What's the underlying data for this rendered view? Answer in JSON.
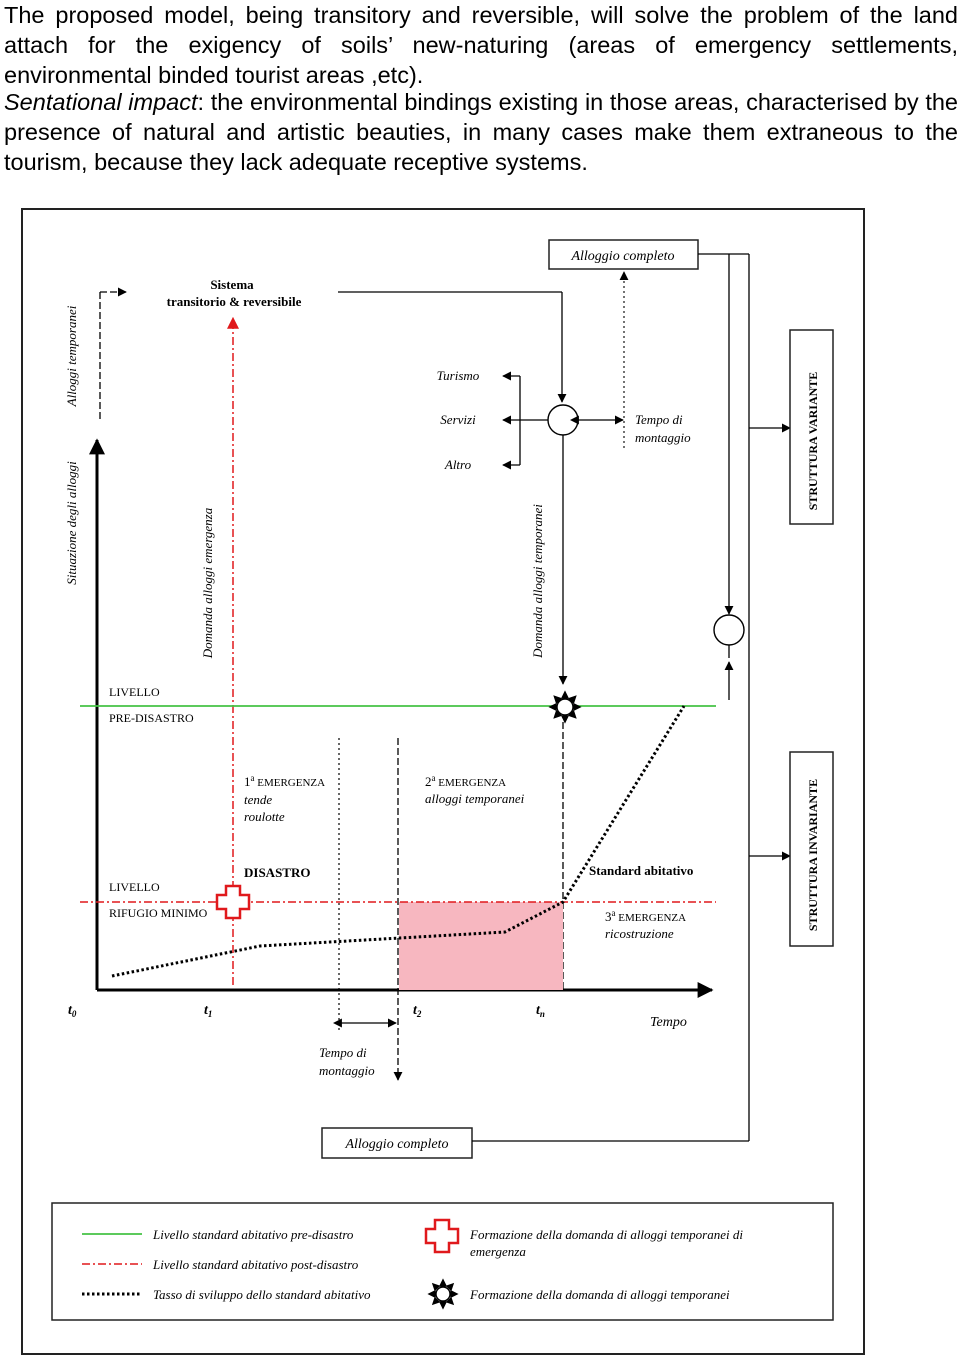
{
  "text": {
    "para1": "The proposed model, being transitory and reversible, will solve the problem of the land attach for the exigency of soils’ new-naturing (areas of emergency settlements, environmental binded tourist areas ,etc).",
    "para2_term": "Sentational impact",
    "para2_rest": ": the environmental bindings existing in those areas, characterised by the presence of natural and artistic beauties, in many cases make them extraneous to the tourism, because they lack adequate receptive systems."
  },
  "diagram": {
    "alloggio_completo_top": "Alloggio completo",
    "sistema_line1": "Sistema",
    "sistema_line2": "transitorio & reversibile",
    "turismo": "Turismo",
    "servizi": "Servizi",
    "altro": "Altro",
    "tempo_di_1": "Tempo di",
    "montaggio_1": "montaggio",
    "struttura_variante": "STRUTTURA VARIANTE",
    "struttura_invariante": "STRUTTURA INVARIANTE",
    "alloggi_temporanei": "Alloggi temporanei",
    "situazione_alloggi": "Situazione degli alloggi",
    "domanda_emergenza": "Domanda alloggi emergenza",
    "domanda_temporanei": "Domanda alloggi temporanei",
    "livello_1": "LIVELLO",
    "pre_disastro": "PRE-DISASTRO",
    "livello_2": "LIVELLO",
    "rifugio_minimo": "RIFUGIO MINIMO",
    "emerg1_num": "1",
    "emerg1_sup": "a",
    "emerg1_word": " EMERGENZA",
    "tende": "tende",
    "roulotte": "roulotte",
    "emerg2_num": "2",
    "emerg2_sup": "a",
    "emerg2_word": " EMERGENZA",
    "alloggi_temp_label": "alloggi temporanei",
    "disastro": "DISASTRO",
    "standard_abitativo": "Standard abitativo",
    "emerg3_num": "3",
    "emerg3_sup": "a",
    "emerg3_word": " EMERGENZA",
    "ricostruzione": "ricostruzione",
    "t0": "t",
    "t0_sub": "0",
    "t1": "t",
    "t1_sub": "1",
    "t2": "t",
    "t2_sub": "2",
    "tn": "t",
    "tn_sub": "n",
    "tempo": "Tempo",
    "tempo_di_2": "Tempo di",
    "montaggio_2": "montaggio",
    "alloggio_completo_bottom": "Alloggio completo"
  },
  "legend": {
    "green_line": "Livello standard abitativo pre-disastro",
    "red_line": "Livello standard abitativo post-disastro",
    "dotted_line": "Tasso di sviluppo dello standard abitativo",
    "cross_line1": "Formazione della domanda di alloggi temporanei di",
    "cross_line2": "emergenza",
    "sun": "Formazione della domanda di alloggi temporanei"
  },
  "colors": {
    "green": "#44c244",
    "red": "#e0191c",
    "pink": "#f7b7c0",
    "black": "#000000"
  }
}
